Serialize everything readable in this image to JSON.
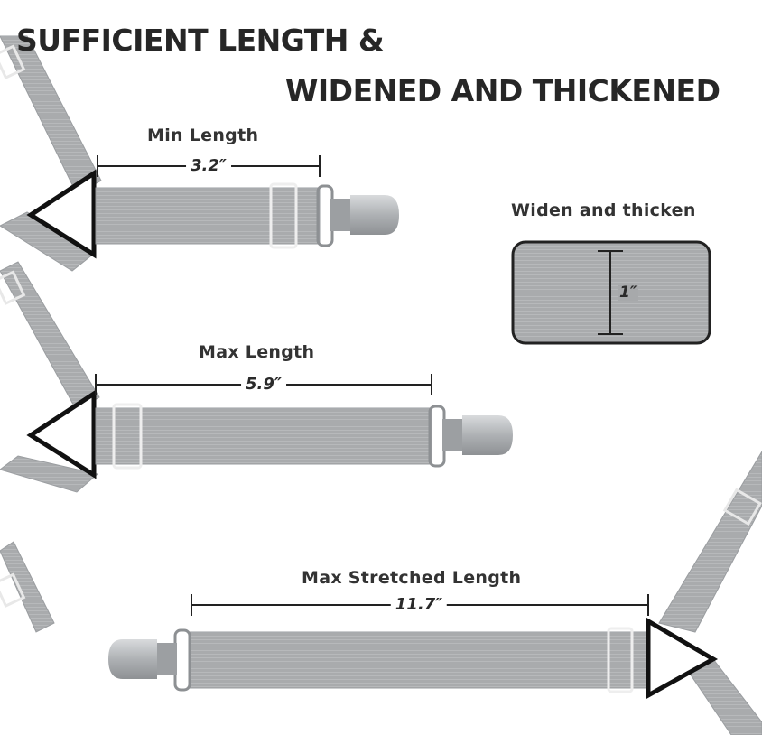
{
  "headline": {
    "line1": "SUFFICIENT LENGTH &",
    "line2": "WIDENED AND THICKENED"
  },
  "min_length": {
    "label": "Min Length",
    "value": "3.2″"
  },
  "max_length": {
    "label": "Max Length",
    "value": "5.9″"
  },
  "max_stretched_length": {
    "label": "Max Stretched Length",
    "value": "11.7″"
  },
  "thickness": {
    "label": "Widen and thicken",
    "value": "1″"
  },
  "colors": {
    "strap": "#a9abad",
    "strap_dark": "#95989b",
    "clip": "#b9bcbf",
    "connector": "#111111",
    "text": "#262626"
  }
}
